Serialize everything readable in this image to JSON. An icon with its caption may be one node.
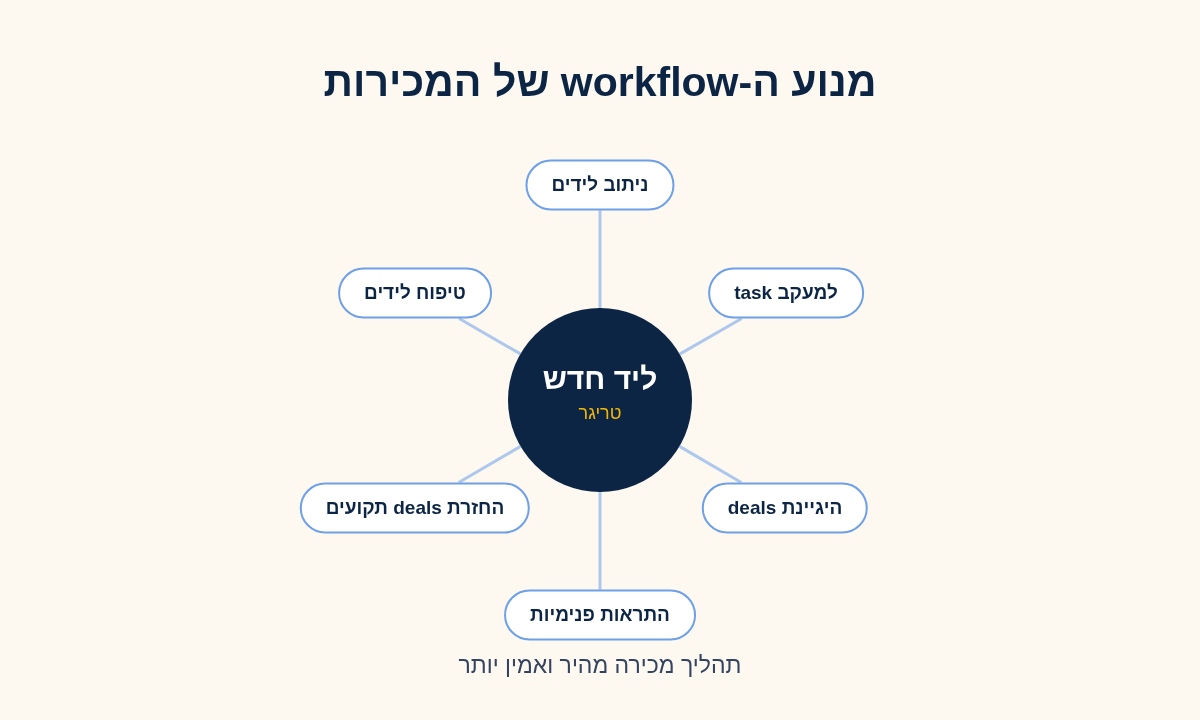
{
  "diagram": {
    "title": "מנוע ה-workflow של המכירות",
    "caption": "תהליך מכירה מהיר ואמין יותר",
    "nodes": [
      {
        "text": [
          "ליד חדש",
          "טריגר"
        ]
      },
      {
        "text": [
          "ניתוב לידים"
        ]
      },
      {
        "text": [
          "למעקב task"
        ]
      },
      {
        "text": [
          "טיפוח לידים"
        ]
      },
      {
        "text": [
          "היגיינת deals"
        ]
      },
      {
        "text": [
          "החזרת deals תקועים"
        ]
      },
      {
        "text": [
          "התראות פנימיות"
        ]
      }
    ],
    "edges": [
      {
        "from": 0,
        "to": 1,
        "arrow": "none"
      },
      {
        "from": 0,
        "to": 2,
        "arrow": "none"
      },
      {
        "from": 0,
        "to": 3,
        "arrow": "none"
      },
      {
        "from": 0,
        "to": 4,
        "arrow": "none"
      },
      {
        "from": 0,
        "to": 5,
        "arrow": "none"
      },
      {
        "from": 0,
        "to": 6,
        "arrow": "none"
      }
    ]
  }
}
